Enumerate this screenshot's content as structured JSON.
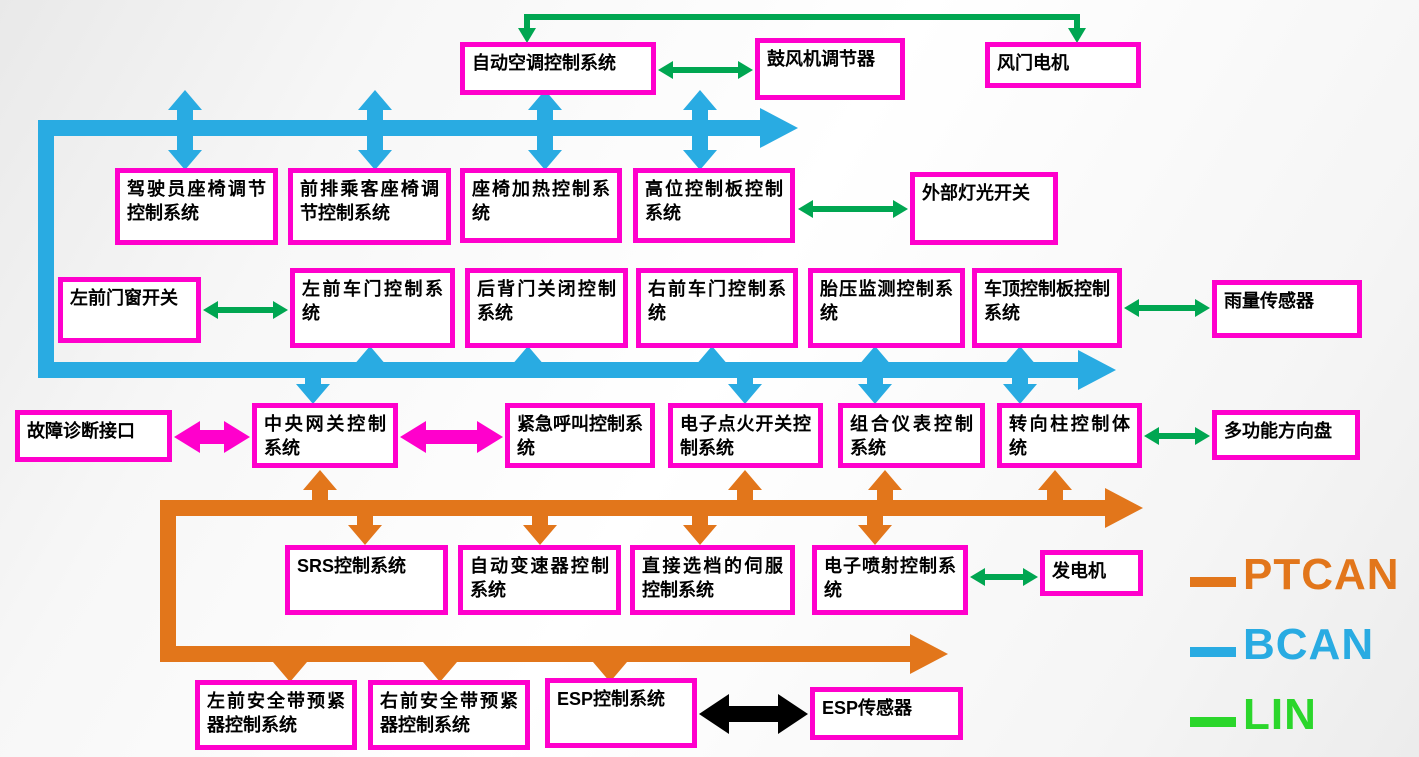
{
  "nodes": {
    "auto_ac": "自动空调控制系统",
    "blower_regulator": "鼓风机调节器",
    "damper_motor": "风门电机",
    "driver_seat": "驾驶员座椅调节控制系统",
    "front_passenger_seat": "前排乘客座椅调节控制系统",
    "seat_heating": "座椅加热控制系统",
    "high_panel": "高位控制板控制系统",
    "exterior_light_switch": "外部灯光开关",
    "lf_window_switch": "左前门窗开关",
    "lf_door": "左前车门控制系统",
    "tailgate_close": "后背门关闭控制系统",
    "rf_door": "右前车门控制系统",
    "tpms": "胎压监测控制系统",
    "roof_panel": "车顶控制板控制系统",
    "rain_sensor": "雨量传感器",
    "diagnostic_interface": "故障诊断接口",
    "central_gateway": "中央网关控制系统",
    "emergency_call": "紧急呼叫控制系统",
    "ignition_switch": "电子点火开关控制系统",
    "instrument_cluster": "组合仪表控制系统",
    "steering_column": "转向柱控制体统",
    "mf_steering_wheel": "多功能方向盘",
    "srs": "SRS控制系统",
    "auto_transmission": "自动变速器控制系统",
    "direct_shift_servo": "直接选档的伺服控制系统",
    "efi": "电子喷射控制系统",
    "alternator": "发电机",
    "lf_seatbelt_pretensioner": "左前安全带预紧器控制系统",
    "rf_seatbelt_pretensioner": "右前安全带预紧器控制系统",
    "esp_control": "ESP控制系统",
    "esp_sensor": "ESP传感器"
  },
  "legend": [
    {
      "label": "PTCAN",
      "color": "#E2761B"
    },
    {
      "label": "BCAN",
      "color": "#29ABE2"
    },
    {
      "label": "LIN",
      "color": "#2BD62B"
    }
  ],
  "colors": {
    "box_border": "#FF00CC",
    "box_fill": "#FFFFFF",
    "ptcan_bus": "#E2761B",
    "bcan_bus": "#29ABE2",
    "lin_connector": "#00A651",
    "lin_legend": "#2BD62B",
    "magenta_link": "#FF00CC",
    "esp_link": "#000000",
    "text": "#000000"
  }
}
